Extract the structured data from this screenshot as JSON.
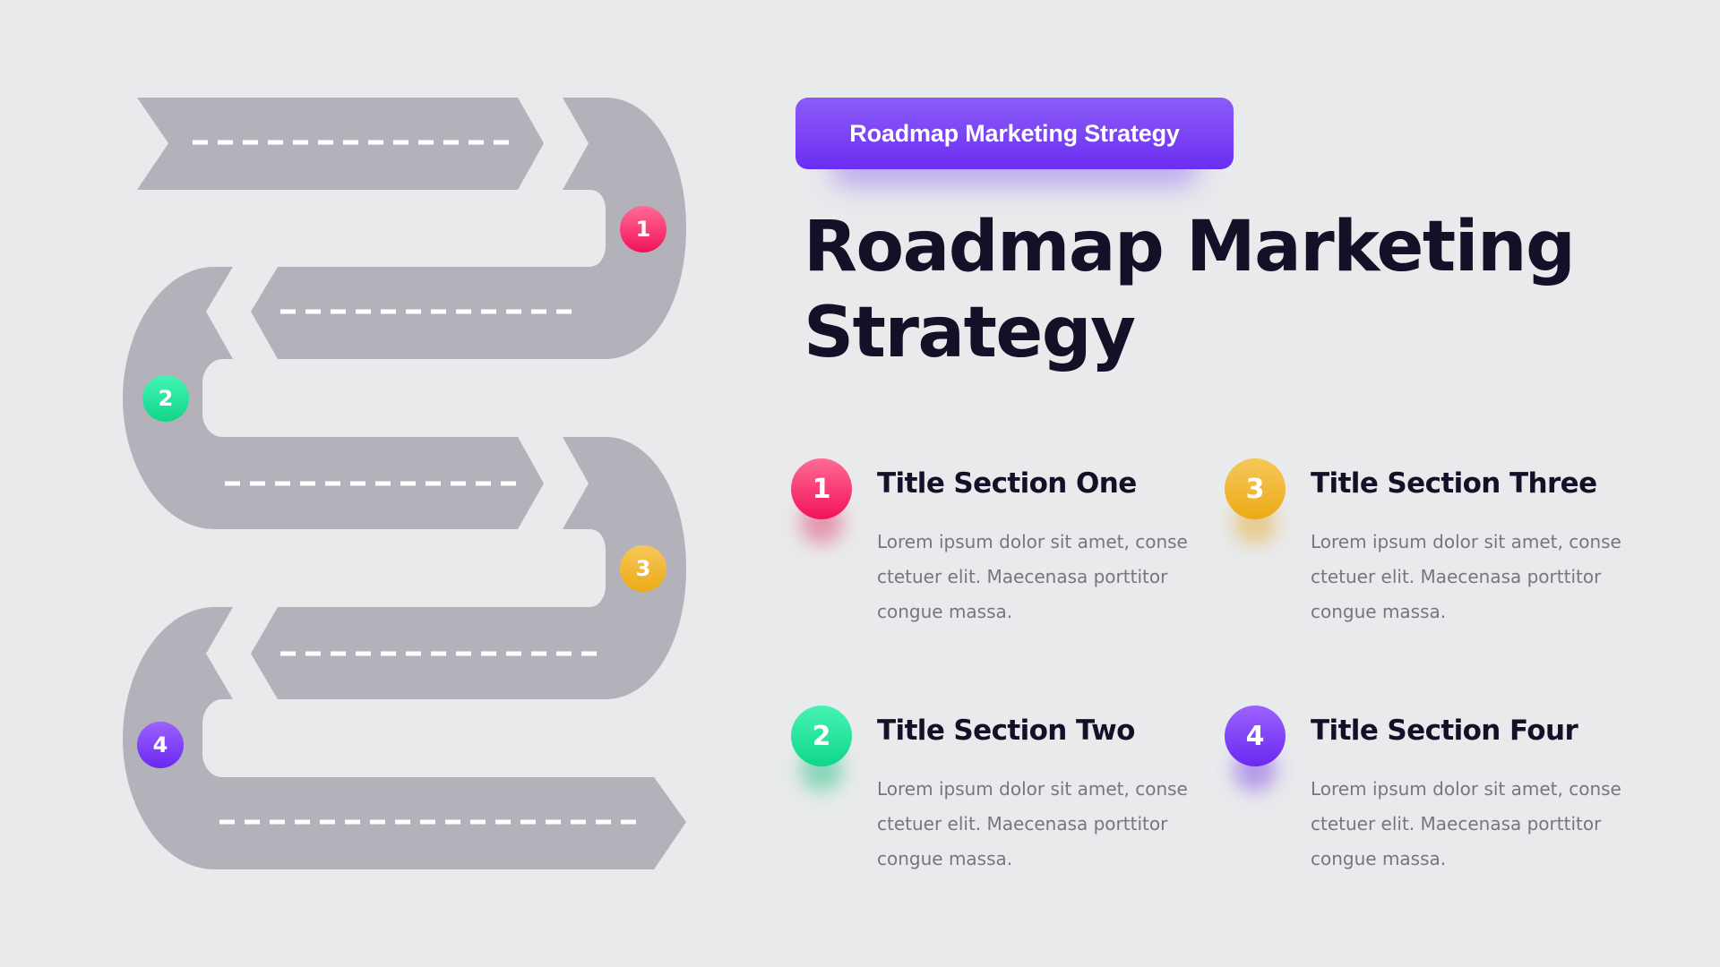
{
  "slide": {
    "badge_label": "Roadmap Marketing Strategy",
    "title_line1": "Roadmap Marketing",
    "title_line2": "Strategy",
    "background_color": "#e9eaec",
    "road_color": "#b3b2ba"
  },
  "road": {
    "markers": [
      {
        "number": "1",
        "color": "#f2125a",
        "icon": "marker-1-icon"
      },
      {
        "number": "2",
        "color": "#0fd689",
        "icon": "marker-2-icon"
      },
      {
        "number": "3",
        "color": "#ecab16",
        "icon": "marker-3-icon"
      },
      {
        "number": "4",
        "color": "#6a28f0",
        "icon": "marker-4-icon"
      }
    ]
  },
  "sections": [
    {
      "number": "1",
      "title": "Title Section One",
      "body": "Lorem ipsum dolor sit amet, conse ctetuer elit. Maecenasa porttitor congue massa.",
      "color": "#f2125a"
    },
    {
      "number": "2",
      "title": "Title Section Two",
      "body": "Lorem ipsum dolor sit amet, conse ctetuer elit. Maecenasa porttitor congue massa.",
      "color": "#0fd689"
    },
    {
      "number": "3",
      "title": "Title Section Three",
      "body": "Lorem ipsum dolor sit amet, conse ctetuer elit. Maecenasa porttitor congue massa.",
      "color": "#ecab16"
    },
    {
      "number": "4",
      "title": "Title Section Four",
      "body": "Lorem ipsum dolor sit amet, conse ctetuer elit. Maecenasa porttitor congue massa.",
      "color": "#6a28f0"
    }
  ]
}
